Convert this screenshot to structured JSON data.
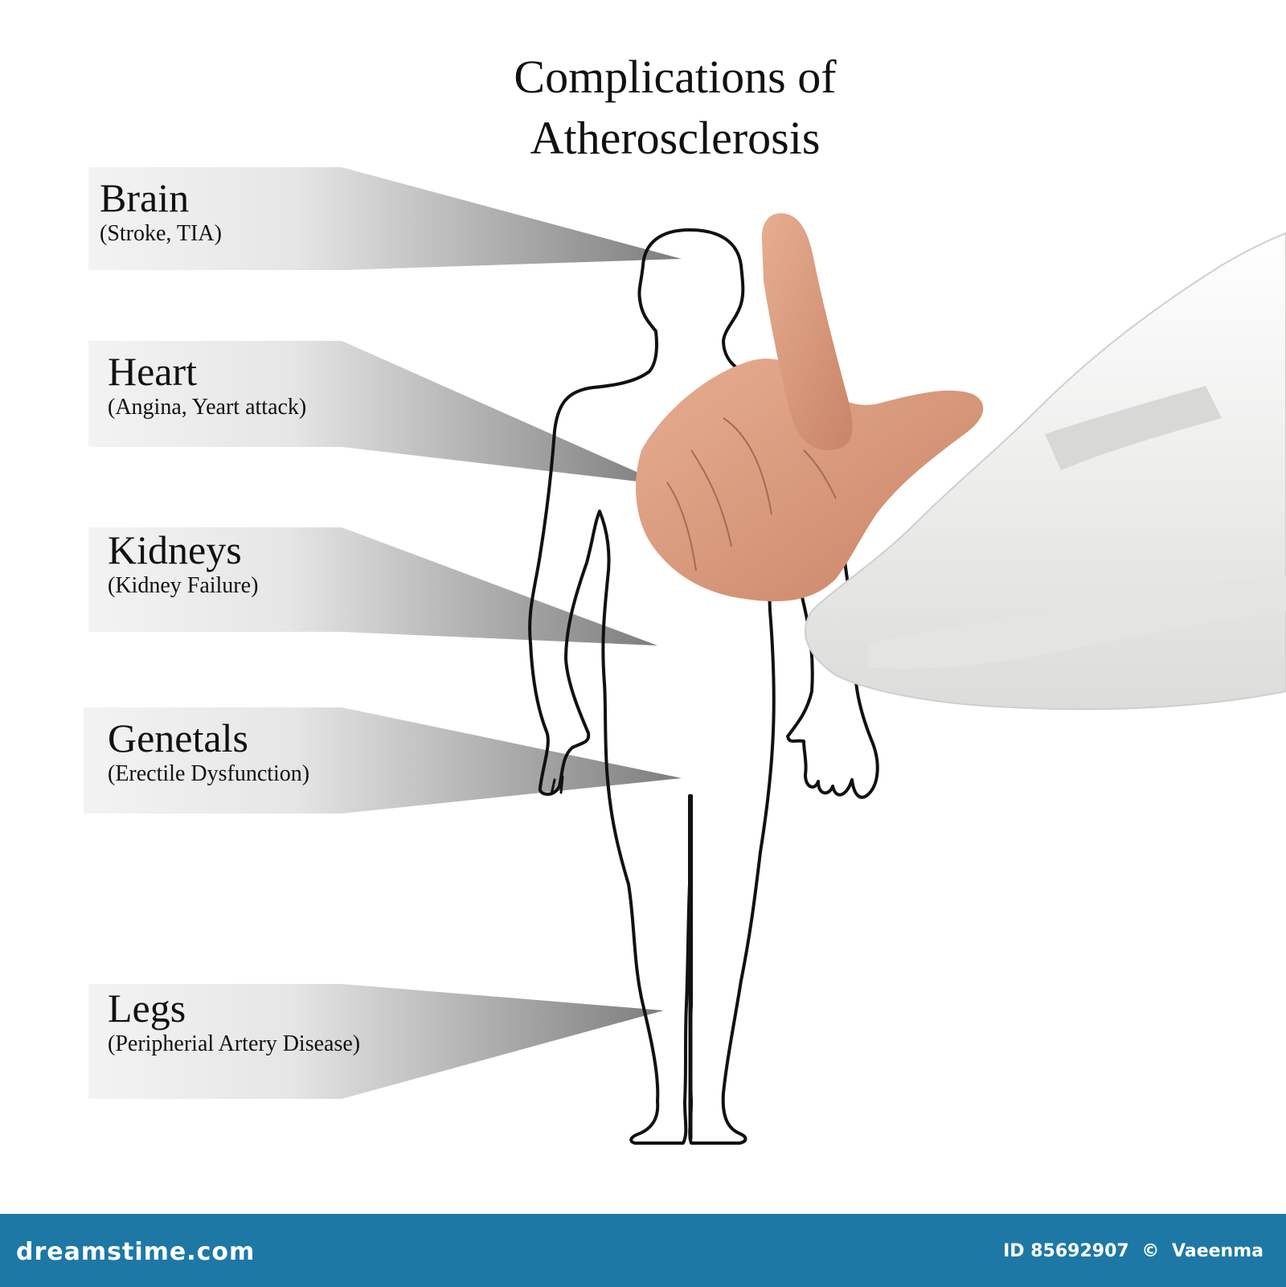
{
  "title": {
    "line1": "Complications of",
    "line2": "Atherosclerosis"
  },
  "callouts": [
    {
      "name": "Brain",
      "desc": "(Stroke, TIA)"
    },
    {
      "name": "Heart",
      "desc": "(Angina, Yeart attack)"
    },
    {
      "name": "Kidneys",
      "desc": "(Kidney Failure)"
    },
    {
      "name": "Genetals",
      "desc": "(Erectile Dysfunction)"
    },
    {
      "name": "Legs",
      "desc": "(Peripherial Artery Disease)"
    }
  ],
  "footer": {
    "brand": "dreamstime.com",
    "image_id": "ID 85692907",
    "copyright": "©",
    "author": "Vaeenma"
  },
  "colors": {
    "callout_light": "#f2f2f2",
    "callout_dark": "#8a8a8a",
    "footer_bg": "#1d78a6",
    "outline": "#111111",
    "skin": "#d99a7c",
    "shirt": "#f1f1ef"
  }
}
